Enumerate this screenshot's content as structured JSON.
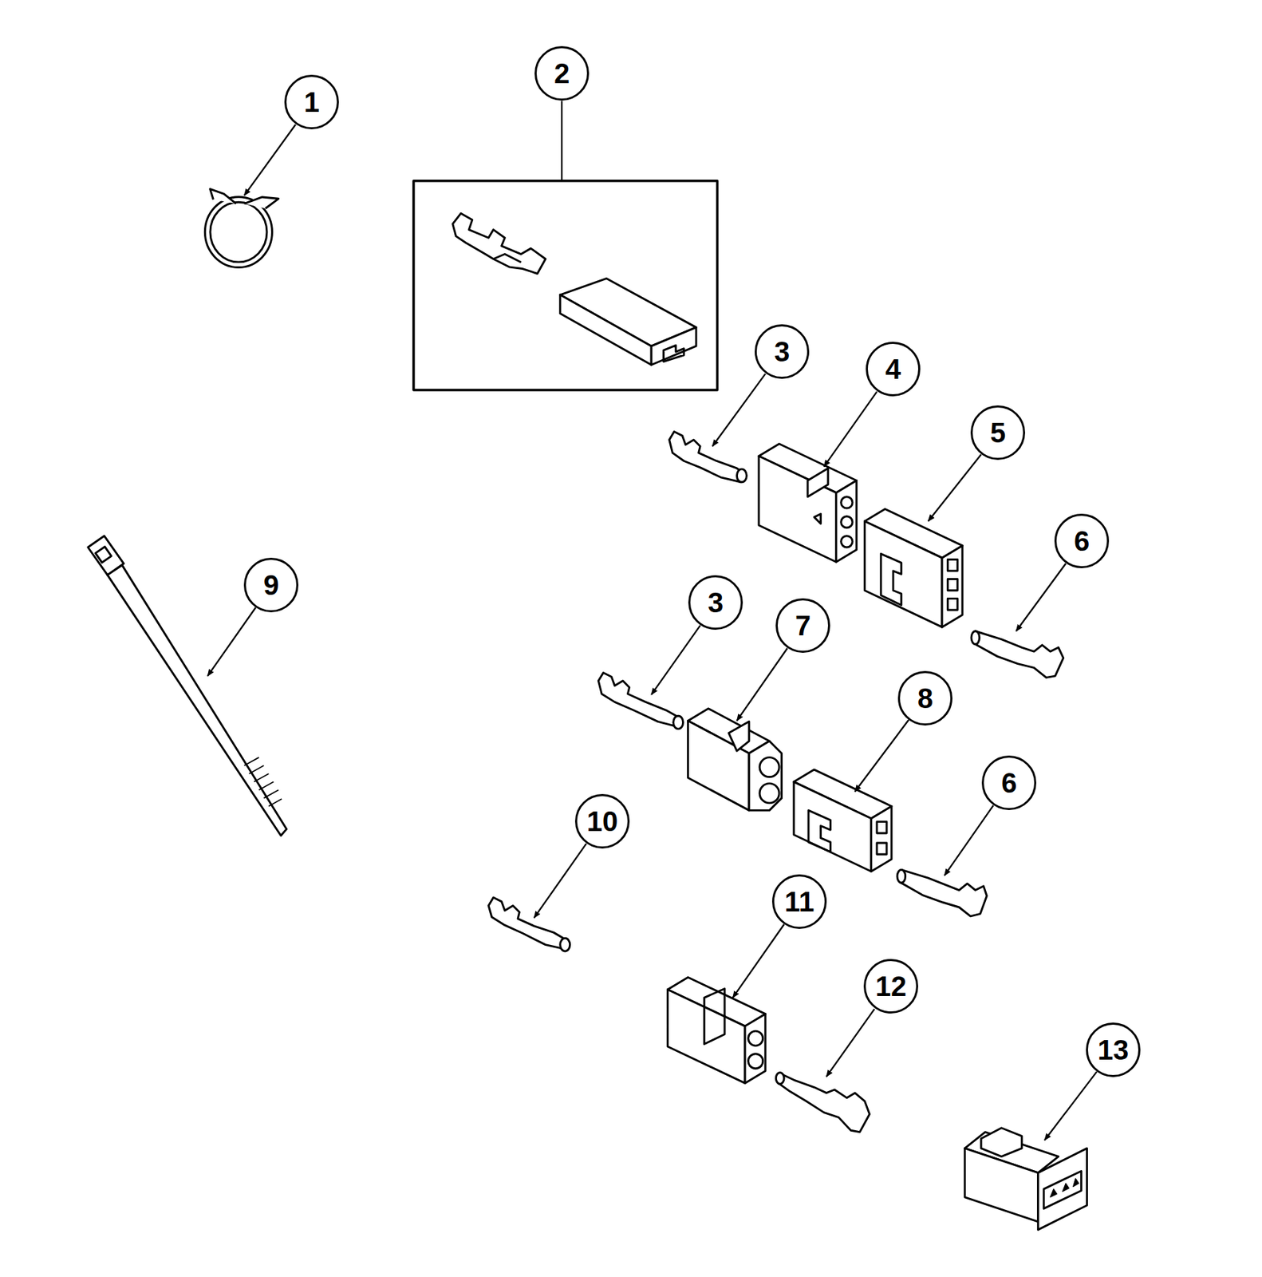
{
  "diagram": {
    "labels": [
      "1",
      "2",
      "3",
      "4",
      "5",
      "6",
      "9",
      "3",
      "7",
      "8",
      "6",
      "10",
      "11",
      "12",
      "13"
    ]
  }
}
